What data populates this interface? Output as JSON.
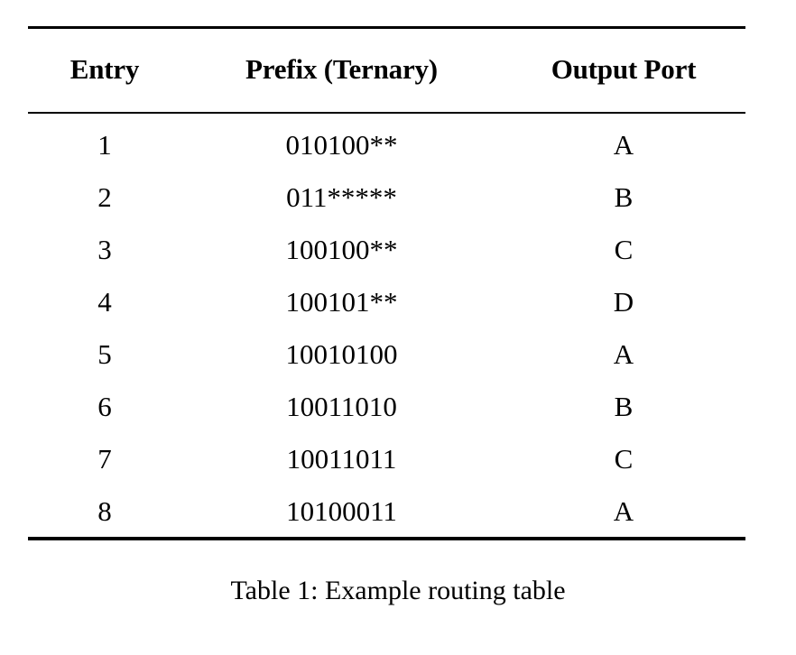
{
  "document": {
    "kind": "table-figure",
    "background_color": "#ffffff",
    "text_color": "#000000"
  },
  "table": {
    "columns": [
      {
        "key": "entry",
        "label": "Entry",
        "align": "center"
      },
      {
        "key": "prefix",
        "label": "Prefix (Ternary)",
        "align": "center"
      },
      {
        "key": "port",
        "label": "Output Port",
        "align": "center"
      }
    ],
    "rows": [
      {
        "entry": "1",
        "prefix": "010100**",
        "port": "A"
      },
      {
        "entry": "2",
        "prefix": "011*****",
        "port": "B"
      },
      {
        "entry": "3",
        "prefix": "100100**",
        "port": "C"
      },
      {
        "entry": "4",
        "prefix": "100101**",
        "port": "D"
      },
      {
        "entry": "5",
        "prefix": "10010100",
        "port": "A"
      },
      {
        "entry": "6",
        "prefix": "10011010",
        "port": "B"
      },
      {
        "entry": "7",
        "prefix": "10011011",
        "port": "C"
      },
      {
        "entry": "8",
        "prefix": "10100011",
        "port": "A"
      }
    ],
    "rules": {
      "top": true,
      "midrule_after_header": true,
      "bottom": true
    }
  },
  "caption": {
    "label": "Table 1:",
    "text": "Example routing table",
    "full": "Table 1: Example routing table"
  },
  "chart_data": {
    "type": "table",
    "title": "Table 1: Example routing table",
    "columns": [
      "Entry",
      "Prefix (Ternary)",
      "Output Port"
    ],
    "rows": [
      [
        "1",
        "010100**",
        "A"
      ],
      [
        "2",
        "011*****",
        "B"
      ],
      [
        "3",
        "100100**",
        "C"
      ],
      [
        "4",
        "100101**",
        "D"
      ],
      [
        "5",
        "10010100",
        "A"
      ],
      [
        "6",
        "10011010",
        "B"
      ],
      [
        "7",
        "10011011",
        "C"
      ],
      [
        "8",
        "10100011",
        "A"
      ]
    ]
  }
}
